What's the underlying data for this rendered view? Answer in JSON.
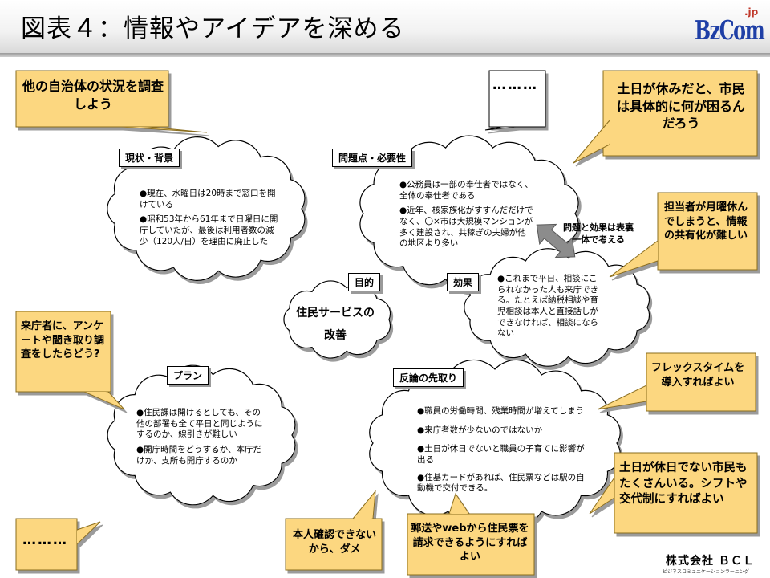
{
  "header": {
    "title": "図表４：情報やアイデアを深める",
    "logo_main": "BzCom",
    "logo_suffix": ".jp"
  },
  "footer": {
    "company": "株式会社 ＢＣＬ",
    "tagline": "ビジネスコミュニケーションラーニング"
  },
  "callouts": {
    "other_municipalities": "他の自治体の状況を調査しよう",
    "ellipsis_top": "………",
    "citizens_weekend": "土日が休みだと、市民は具体的に何が困るんだろう",
    "share_info": "担当者が月曜休んでしまうと、情報の共有化が難しい",
    "visitor_survey": "来庁者に、アンケートや聞き取り調査をしたらどう?",
    "flextime": "フレックスタイムを導入すればよい",
    "citizens_weekday": "土日が休日でない市民もたくさんいる。シフトや交代制にすればよい",
    "ellipsis_bottom": "………",
    "id_check": "本人確認できないから、ダメ",
    "mail_web": "郵送やwebから住民票を請求できるようにすればよい"
  },
  "clouds": {
    "background": {
      "label": "現状・背景",
      "items": [
        "現在、水曜日は20時まで窓口を開けている",
        "昭和53年から61年まで日曜日に開庁していたが、最後は利用者数の減少（120人/日）を理由に廃止した"
      ]
    },
    "problems": {
      "label": "問題点・必要性",
      "items": [
        "公務員は一部の奉仕者ではなく、全体の奉仕者である",
        "近年、核家族化がすすんだだけでなく、〇×市は大規模マンションが多く建設され、共稼ぎの夫婦が他の地区より多い"
      ]
    },
    "purpose": {
      "label": "目的",
      "text": "住民サービスの改善"
    },
    "effects": {
      "label": "効果",
      "items": [
        "これまで平日、相談にこられなかった人も来庁できる。たとえば納税相談や育児相談は本人と直接話しができなければ、相談にならない"
      ]
    },
    "plan": {
      "label": "プラン",
      "items": [
        "住民課は開けるとしても、その他の部署も全て平日と同じようにするのか、線引きが難しい",
        "開庁時間をどうするか、本庁だけか、支所も開庁するのか"
      ]
    },
    "rebuttal": {
      "label": "反論の先取り",
      "items": [
        "職員の労働時間、残業時間が増えてしまう",
        "来庁者数が少ないのではないか",
        "土日が休日でないと職員の子育てに影響が出る",
        "住基カードがあれば、住民票などは駅の自動機で交付できる。"
      ]
    }
  },
  "link_note": "問題と効果は表裏一体で考える",
  "colors": {
    "callout_fill": "#fcd780",
    "callout_border": "#8a6d1f",
    "cloud_fill": "#ffffff",
    "arrow_fill": "#8c8c8c"
  }
}
